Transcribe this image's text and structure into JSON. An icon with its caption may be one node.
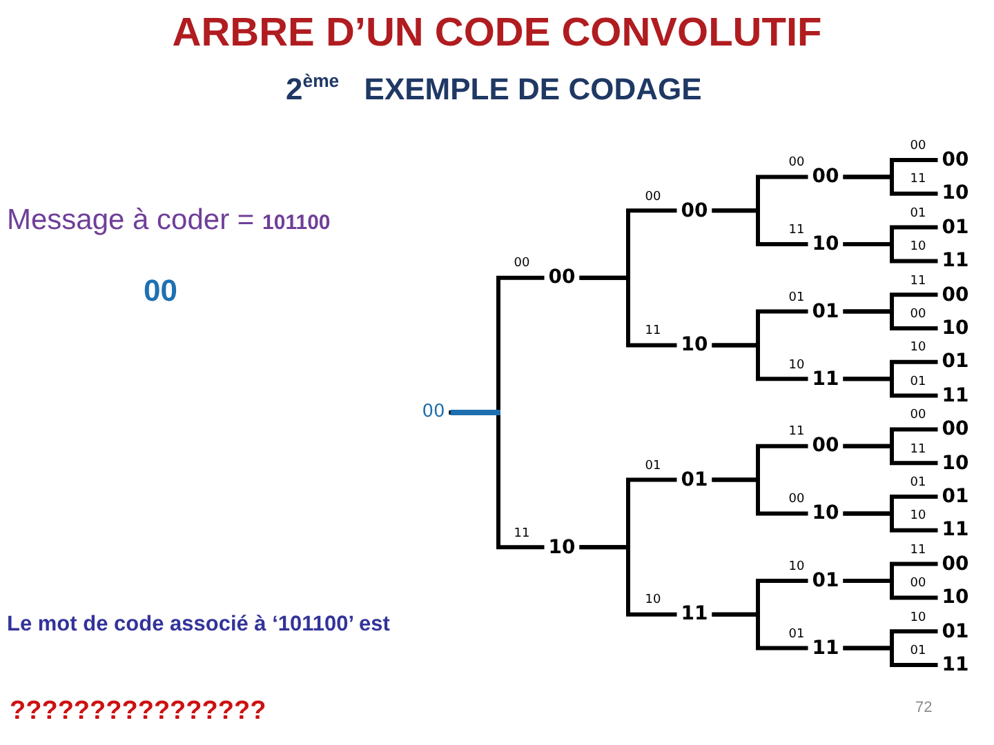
{
  "diagram": {
    "title": "ARBRE D’UN CODE CONVOLUTIF",
    "nodes": [
      {
        "text": [
          "00"
        ]
      },
      {
        "text": [
          "00"
        ]
      },
      {
        "text": [
          "10"
        ]
      },
      {
        "text": [
          "00"
        ]
      },
      {
        "text": [
          "10"
        ]
      },
      {
        "text": [
          "01"
        ]
      },
      {
        "text": [
          "11"
        ]
      },
      {
        "text": [
          "00"
        ]
      },
      {
        "text": [
          "10"
        ]
      },
      {
        "text": [
          "01"
        ]
      },
      {
        "text": [
          "11"
        ]
      },
      {
        "text": [
          "00"
        ]
      },
      {
        "text": [
          "10"
        ]
      },
      {
        "text": [
          "01"
        ]
      },
      {
        "text": [
          "11"
        ]
      },
      {
        "text": [
          "00"
        ]
      },
      {
        "text": [
          "10"
        ]
      },
      {
        "text": [
          "01"
        ]
      },
      {
        "text": [
          "11"
        ]
      },
      {
        "text": [
          "00"
        ]
      },
      {
        "text": [
          "10"
        ]
      },
      {
        "text": [
          "01"
        ]
      },
      {
        "text": [
          "11"
        ]
      },
      {
        "text": [
          "00"
        ]
      },
      {
        "text": [
          "10"
        ]
      },
      {
        "text": [
          "01"
        ]
      },
      {
        "text": [
          "11"
        ]
      },
      {
        "text": [
          "00"
        ]
      },
      {
        "text": [
          "10"
        ]
      },
      {
        "text": [
          "01"
        ]
      },
      {
        "text": [
          "11"
        ]
      }
    ],
    "edges": [
      {
        "from": 0,
        "to": 1,
        "arrow": "none",
        "label": "00"
      },
      {
        "from": 0,
        "to": 2,
        "arrow": "none",
        "label": "11"
      },
      {
        "from": 1,
        "to": 3,
        "arrow": "none",
        "label": "00"
      },
      {
        "from": 1,
        "to": 4,
        "arrow": "none",
        "label": "11"
      },
      {
        "from": 2,
        "to": 5,
        "arrow": "none",
        "label": "01"
      },
      {
        "from": 2,
        "to": 6,
        "arrow": "none",
        "label": "10"
      },
      {
        "from": 3,
        "to": 7,
        "arrow": "none",
        "label": "00"
      },
      {
        "from": 3,
        "to": 8,
        "arrow": "none",
        "label": "11"
      },
      {
        "from": 4,
        "to": 9,
        "arrow": "none",
        "label": "01"
      },
      {
        "from": 4,
        "to": 10,
        "arrow": "none",
        "label": "10"
      },
      {
        "from": 5,
        "to": 11,
        "arrow": "none",
        "label": "11"
      },
      {
        "from": 5,
        "to": 12,
        "arrow": "none",
        "label": "00"
      },
      {
        "from": 6,
        "to": 13,
        "arrow": "none",
        "label": "10"
      },
      {
        "from": 6,
        "to": 14,
        "arrow": "none",
        "label": "01"
      },
      {
        "from": 7,
        "to": 15,
        "arrow": "none",
        "label": "00"
      },
      {
        "from": 7,
        "to": 16,
        "arrow": "none",
        "label": "11"
      },
      {
        "from": 8,
        "to": 17,
        "arrow": "none",
        "label": "01"
      },
      {
        "from": 8,
        "to": 18,
        "arrow": "none",
        "label": "10"
      },
      {
        "from": 9,
        "to": 19,
        "arrow": "none",
        "label": "11"
      },
      {
        "from": 9,
        "to": 20,
        "arrow": "none",
        "label": "00"
      },
      {
        "from": 10,
        "to": 21,
        "arrow": "none",
        "label": "10"
      },
      {
        "from": 10,
        "to": 22,
        "arrow": "none",
        "label": "01"
      },
      {
        "from": 11,
        "to": 23,
        "arrow": "none",
        "label": "00"
      },
      {
        "from": 11,
        "to": 24,
        "arrow": "none",
        "label": "11"
      },
      {
        "from": 12,
        "to": 25,
        "arrow": "none",
        "label": "01"
      },
      {
        "from": 12,
        "to": 26,
        "arrow": "none",
        "label": "10"
      },
      {
        "from": 13,
        "to": 27,
        "arrow": "none",
        "label": "11"
      },
      {
        "from": 13,
        "to": 28,
        "arrow": "none",
        "label": "00"
      },
      {
        "from": 14,
        "to": 29,
        "arrow": "none",
        "label": "10"
      },
      {
        "from": 14,
        "to": 30,
        "arrow": "none",
        "label": "01"
      }
    ],
    "labels": [
      "2$^{ème}$ EXEMPLE DE CODAGE",
      "Message à coder = **101100**",
      "00",
      "Le mot de code associé à ‘101100’ est",
      "????????????????",
      "72"
    ]
  }
}
